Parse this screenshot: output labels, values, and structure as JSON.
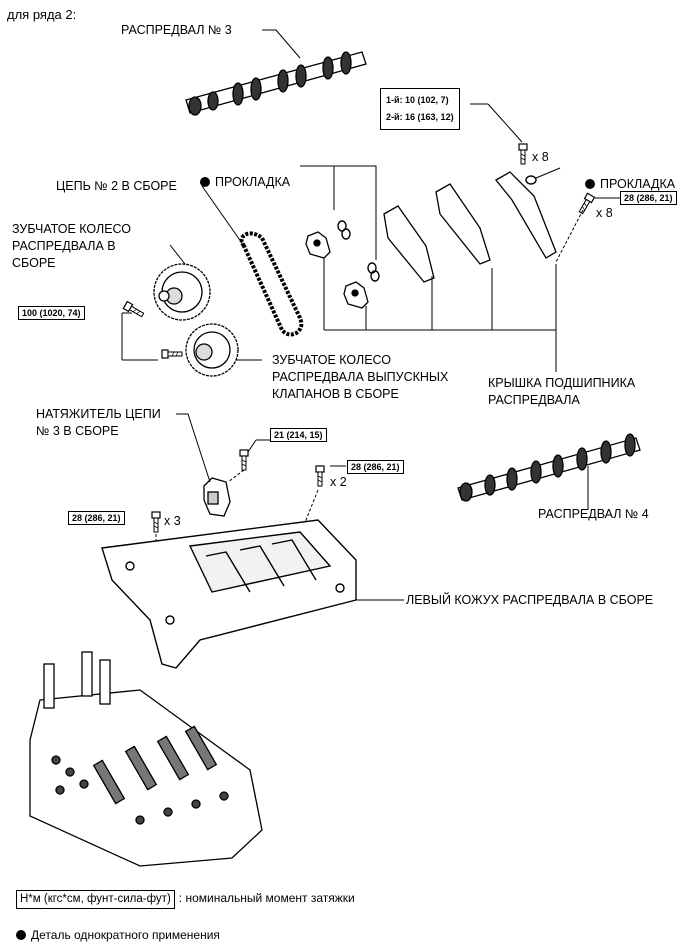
{
  "header": {
    "title": "для ряда 2:"
  },
  "labels": {
    "camshaft_3": "РАСПРЕДВАЛ № 3",
    "gasket_1": "ПРОКЛАДКА",
    "gasket_2": "ПРОКЛАДКА",
    "chain_2": "ЦЕПЬ № 2 В СБОРЕ",
    "camshaft_gear": "ЗУБЧАТОЕ КОЛЕСО\nРАСПРЕДВАЛА В\nСБОРЕ",
    "exhaust_gear": "ЗУБЧАТОЕ КОЛЕСО\nРАСПРЕДВАЛА ВЫПУСКНЫХ\nКЛАПАНОВ В СБОРЕ",
    "bearing_cap": "КРЫШКА ПОДШИПНИКА\nРАСПРЕДВАЛА",
    "tensioner_3": "НАТЯЖИТЕЛЬ ЦЕПИ\n№ 3 В СБОРЕ",
    "camshaft_4": "РАСПРЕДВАЛ № 4",
    "housing_left": "ЛЕВЫЙ КОЖУХ РАСПРЕДВАЛА В СБОРЕ"
  },
  "torques": {
    "bearing_cap_first": "1-й: 10 (102, 7)",
    "bearing_cap_second": "2-й: 16 (163, 12)",
    "bolt_28_right": "28 (286, 21)",
    "gear_bolt": "100 (1020, 74)",
    "tensioner_bolt": "21 (214, 15)",
    "housing_bolt_mid": "28 (286, 21)",
    "housing_bolt_left": "28 (286, 21)"
  },
  "quantities": {
    "cap_bolts": "x 8",
    "right_bolts": "x 8",
    "mid_bolts": "x 2",
    "left_bolts": "x 3"
  },
  "legend": {
    "torque_unit": "Н*м (кгс*см, фунт-сила-фут)",
    "torque_desc": ": номинальный момент затяжки",
    "non_reusable": "Деталь однократного применения"
  }
}
